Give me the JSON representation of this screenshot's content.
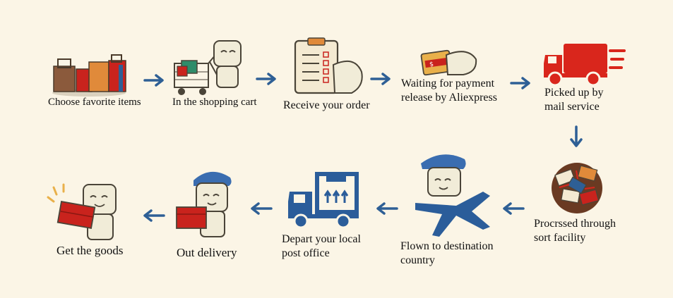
{
  "steps": [
    {
      "label": "Choose favorite items"
    },
    {
      "label": "In the shopping cart"
    },
    {
      "label": "Receive your order"
    },
    {
      "label_line1": "Waiting for payment",
      "label_line2": "release by Aliexpress"
    },
    {
      "label_line1": "Picked up by",
      "label_line2": "mail service"
    },
    {
      "label_line1": "Procrssed through",
      "label_line2": "sort facility"
    },
    {
      "label_line1": "Flown to destination",
      "label_line2": "country"
    },
    {
      "label_line1": "Depart your local",
      "label_line2": "post office"
    },
    {
      "label": "Out delivery"
    },
    {
      "label": "Get  the goods"
    }
  ],
  "colors": {
    "background": "#fbf5e6",
    "arrow": "#2e5f95",
    "truck_red": "#d9261c",
    "truck_blue": "#2b5d9a",
    "plane_blue": "#2b5d9a",
    "cap_blue": "#3a6db0",
    "package_red": "#c9231d",
    "character": "#f1ecd8",
    "outline": "#4a4438"
  }
}
